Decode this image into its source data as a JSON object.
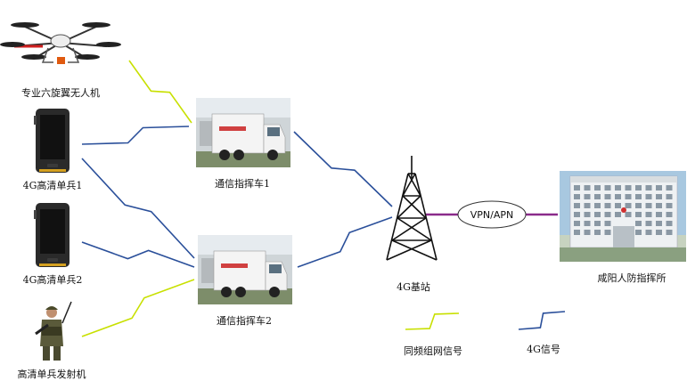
{
  "nodes": {
    "drone": {
      "label": "专业六旋翼无人机",
      "icon": "hexacopter-drone-icon"
    },
    "phone1": {
      "label": "4G高清单兵1",
      "icon": "rugged-phone-icon"
    },
    "phone2": {
      "label": "4G高清单兵2",
      "icon": "rugged-phone-icon"
    },
    "soldier": {
      "label": "高清单兵发射机",
      "icon": "soldier-icon"
    },
    "truck1": {
      "label": "通信指挥车1",
      "icon": "command-truck-icon"
    },
    "truck2": {
      "label": "通信指挥车2",
      "icon": "command-truck-icon"
    },
    "tower": {
      "label": "4G基站",
      "icon": "cell-tower-icon"
    },
    "building": {
      "label": "咸阳人防指挥所",
      "icon": "command-building-icon"
    }
  },
  "vpn": {
    "label": "VPN/APN",
    "color": "#8a2b8a"
  },
  "legend": {
    "same_freq": {
      "label": "同频组网信号",
      "color": "#c8e000"
    },
    "signal_4g": {
      "label": "4G信号",
      "color": "#2a4f9a"
    }
  },
  "colors": {
    "signal_4g": "#2a4f9a",
    "same_freq": "#c8e000",
    "vpn": "#8a2b8a"
  }
}
